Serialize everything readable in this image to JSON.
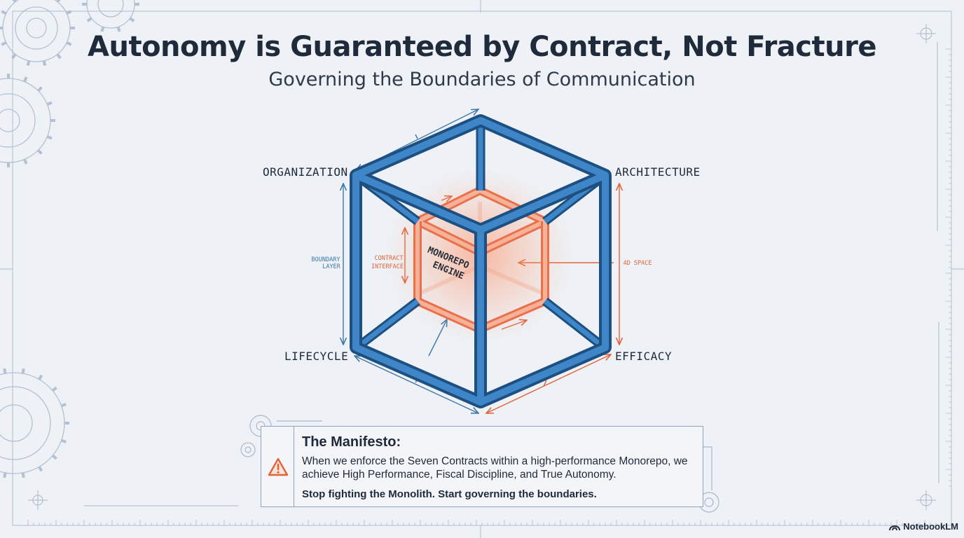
{
  "title": "Autonomy is Guaranteed by Contract, Not Fracture",
  "subtitle": "Governing the Boundaries of Communication",
  "corners": {
    "top_left": "ORGANIZATION",
    "top_right": "ARCHITECTURE",
    "bottom_left": "LIFECYCLE",
    "bottom_right": "EFFICACY"
  },
  "annotations": {
    "boundary_line1": "BOUNDARY",
    "boundary_line2": "LAYER",
    "contract_line1": "CONTRACT",
    "contract_line2": "INTERFACE",
    "space": "4D SPACE",
    "engine_line1": "MONOREPO",
    "engine_line2": "ENGINE"
  },
  "manifesto": {
    "title": "The Manifesto:",
    "body": "When we enforce the Seven Contracts within a high-performance Monorepo, we achieve High Performance, Fiscal Discipline, and True Autonomy.",
    "footer": "Stop fighting the Monolith. Start governing the boundaries.",
    "icon": "warning-icon"
  },
  "brand": "NotebookLM",
  "colors": {
    "outer_cube": "#2e6da8",
    "outer_cube_dark": "#1d4f80",
    "inner_cube": "#f08a68",
    "inner_glow": "#ff7d55",
    "accent_orange": "#e0643a",
    "accent_blue": "#3d78ad",
    "text": "#1f2a3b",
    "background": "#eef1f5"
  }
}
